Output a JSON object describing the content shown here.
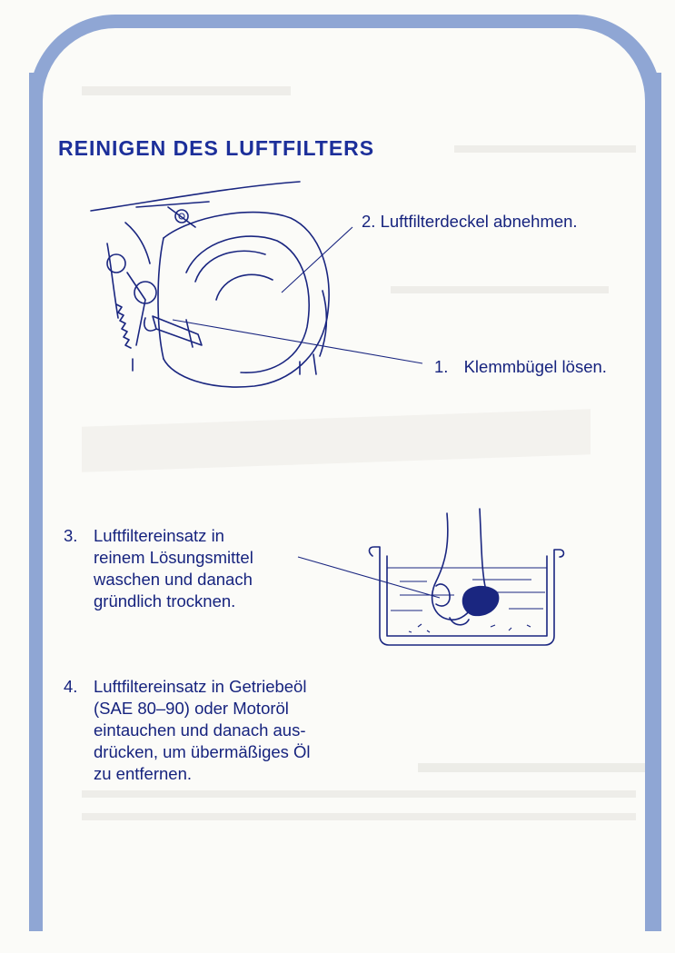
{
  "heading": "REINIGEN DES LUFTFILTERS",
  "steps": [
    {
      "number": "1.",
      "text": "Klemmbügel lösen."
    },
    {
      "number": "2.",
      "text": "Luftfilterdeckel abnehmen."
    },
    {
      "number": "3.",
      "text": "Luftfiltereinsatz in\nreinem Lösungsmittel\nwaschen und danach\ngründlich trocknen."
    },
    {
      "number": "4.",
      "text": "Luftfiltereinsatz in Getriebeöl\n(SAE 80–90) oder Motoröl\neintauchen und danach aus-\ndrücken, um übermäßiges Öl\nzu entfernen."
    }
  ],
  "colors": {
    "frame": "#8fa6d4",
    "heading": "#1c2f9a",
    "text": "#16237e",
    "paper": "#fbfbf8"
  }
}
